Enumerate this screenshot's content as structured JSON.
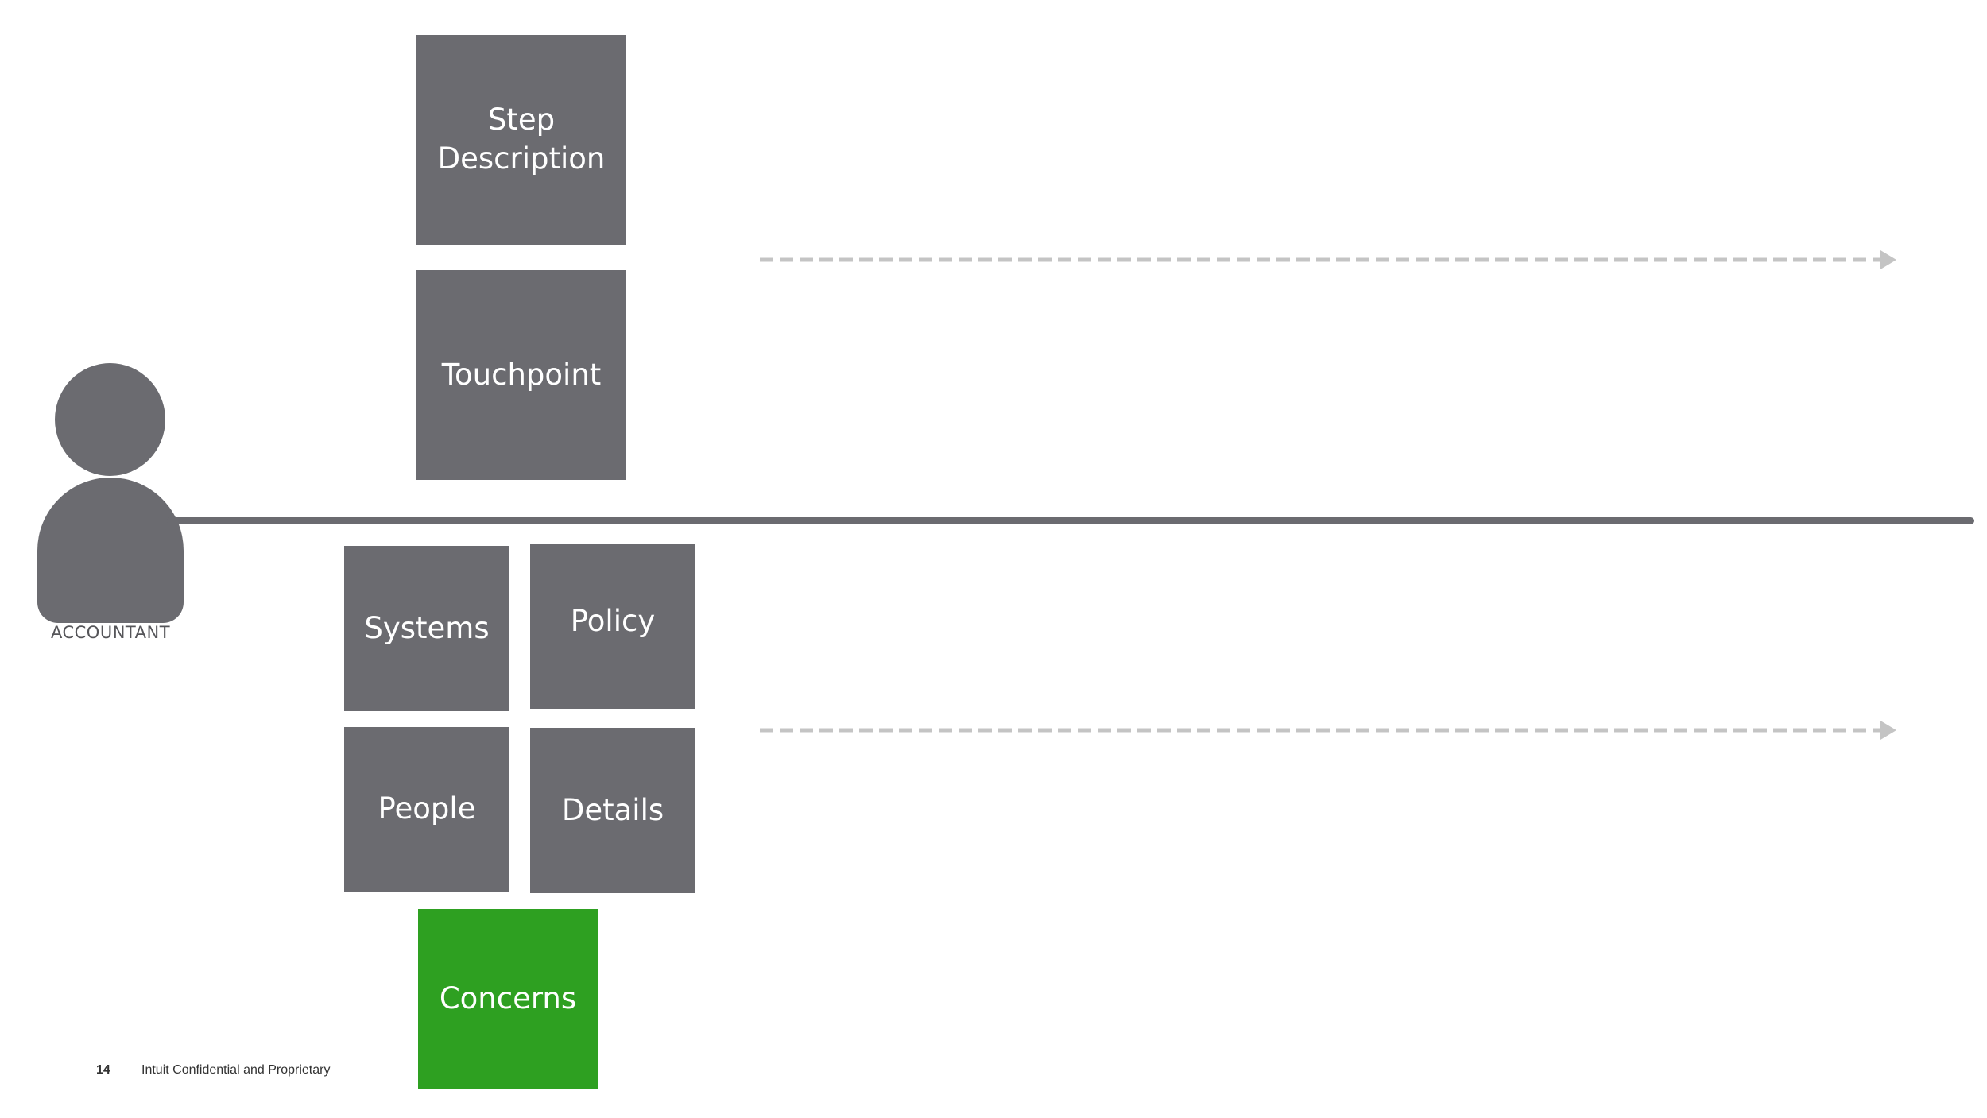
{
  "persona": {
    "label": "ACCOUNTANT"
  },
  "boxes": {
    "step": [
      "Step",
      "Description"
    ],
    "touchpoint": "Touchpoint",
    "systems": "Systems",
    "policy": "Policy",
    "people": "People",
    "details": "Details",
    "concerns": "Concerns"
  },
  "footer": {
    "page_number": "14",
    "text": "Intuit Confidential and Proprietary"
  },
  "colors": {
    "box": "#6b6b70",
    "concerns": "#2ea021",
    "arrow": "#c4c4c4"
  }
}
